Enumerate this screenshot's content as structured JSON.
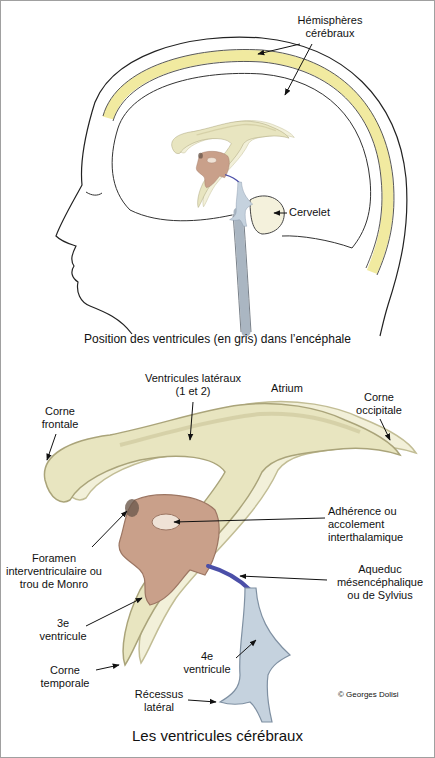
{
  "diagram": {
    "caption": "Les ventricules cérébraux",
    "labels": [
      "Hémisphères cérébraux",
      "Cervelet",
      "Position des ventricules (en gris) dans l’encéphale",
      "Ventricules latéraux (1 et 2)",
      "Atrium",
      "Corne frontale",
      "Corne occipitale",
      "Adhérence ou accolement interthalamique",
      "Foramen interventriculaire ou trou de Monro",
      "Aqueduc mésencéphalique ou de Sylvius",
      "3e ventricule",
      "Corne temporale",
      "4e ventricule",
      "Récessus latéral",
      "© Georges Dolisi"
    ]
  }
}
